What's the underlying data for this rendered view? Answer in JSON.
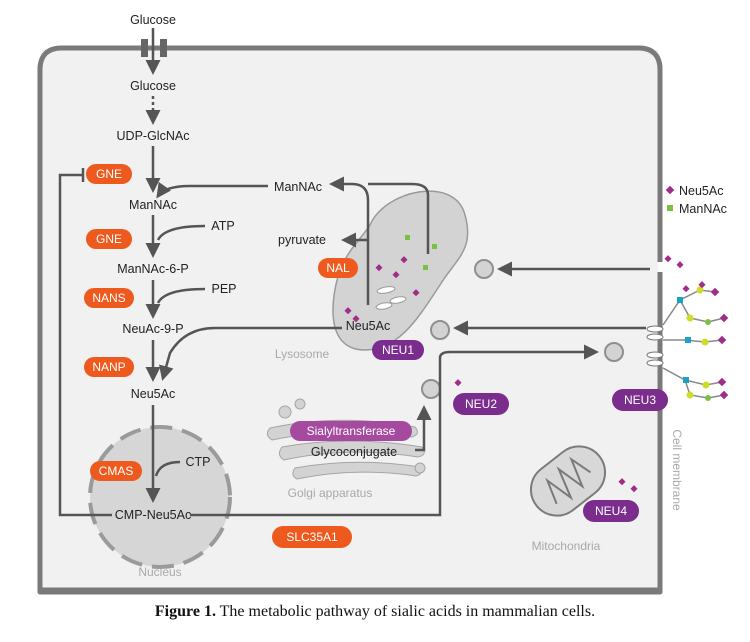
{
  "metabolites": {
    "glucose_outside": "Glucose",
    "glucose_inside": "Glucose",
    "udp_glcnac": "UDP-GlcNAc",
    "mannac_main": "ManNAc",
    "atp": "ATP",
    "mannac_6p": "ManNAc-6-P",
    "pep": "PEP",
    "neuac_9p": "NeuAc-9-P",
    "neu5ac_main": "Neu5Ac",
    "ctp": "CTP",
    "cmp_neu5ac": "CMP-Neu5Ac",
    "mannac_top": "ManNAc",
    "pyruvate": "pyruvate",
    "neu5ac_lysosome": "Neu5Ac",
    "glycoconjugate": "Glycoconjugate"
  },
  "enzymes": {
    "gne_1": "GNE",
    "gne_2": "GNE",
    "nans": "NANS",
    "nanp": "NANP",
    "cmas": "CMAS",
    "nal": "NAL",
    "slc35a1": "SLC35A1",
    "sialyltransferase": "Sialyltransferase",
    "neu1": "NEU1",
    "neu2": "NEU2",
    "neu3": "NEU3",
    "neu4": "NEU4"
  },
  "compartments": {
    "lysosome": "Lysosome",
    "golgi": "Golgi apparatus",
    "mitochondria": "Mitochondria",
    "nucleus": "Nucleus",
    "cell_membrane": "Cell membrane"
  },
  "legend": {
    "neu5ac": "Neu5Ac",
    "mannac": "ManNAc"
  },
  "colors": {
    "enzyme_orange": "#ee5a1e",
    "neuraminidase_purple": "#7b2d8e",
    "sialyltransferase_purple": "#a54a9f",
    "neu5ac_marker": "#a12d8a",
    "mannac_marker": "#7ac143",
    "arrow": "#555555",
    "cell_fill": "#f1f1f1",
    "organelle_fill": "#d7d7d7"
  },
  "caption": {
    "label": "Figure 1.",
    "text": "The metabolic pathway of sialic acids in mammalian cells."
  }
}
